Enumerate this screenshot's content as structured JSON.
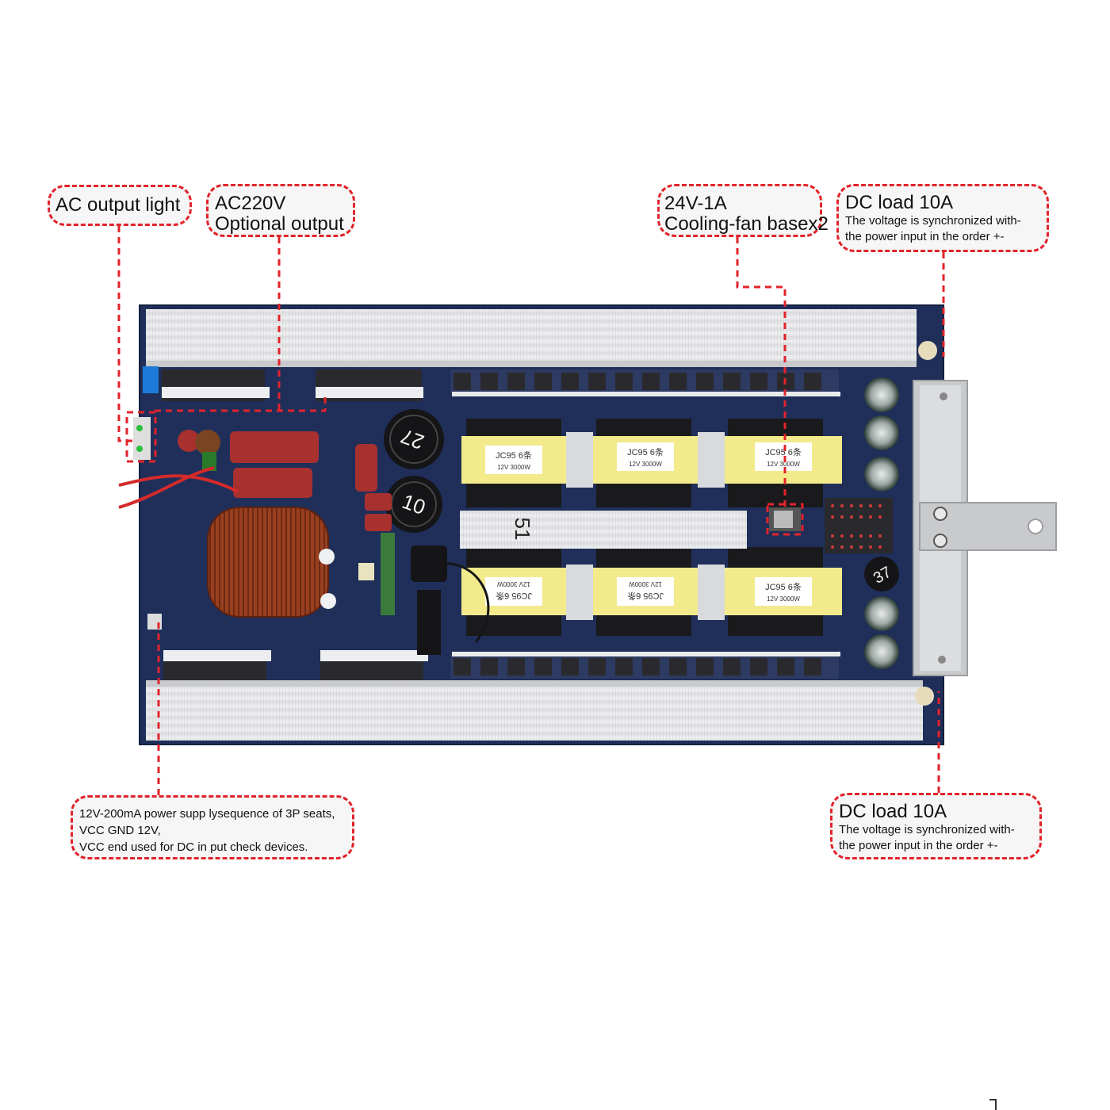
{
  "callouts": {
    "ac_output_light": {
      "title": "AC output light"
    },
    "ac220v": {
      "line1": "AC220V",
      "line2": "Optional output"
    },
    "cooling_fan": {
      "line1": "24V-1A",
      "line2": "Cooling-fan basex2"
    },
    "dc_load_top": {
      "title": "DC load 10A",
      "line1": "The voltage is synchronized with-",
      "line2": "the power input in the order +-"
    },
    "power_supply": {
      "line1": "12V-200mA power supp lysequence of 3P seats,",
      "line2": "VCC GND 12V,",
      "line3": "VCC end used for DC in put check devices."
    },
    "dc_load_bottom": {
      "title": "DC load 10A",
      "line1": "The voltage is synchronized with-",
      "line2": "the power input in the order +-"
    }
  },
  "board": {
    "transformers_top": [
      {
        "line1": "JC95 6条",
        "line2": "12V 3000W"
      },
      {
        "line1": "JC95 6条",
        "line2": "12V 3000W"
      },
      {
        "line1": "JC95 6条",
        "line2": "12V 3000W"
      }
    ],
    "transformers_bottom": [
      {
        "line1": "JC95 6条",
        "line2": "12V 3000W"
      },
      {
        "line1": "JC95 6条",
        "line2": "12V 3000W"
      },
      {
        "line1": "JC95 6条",
        "line2": "12V 3000W"
      }
    ],
    "cap_label_1": "27",
    "cap_label_2": "10",
    "cap_label_3": "37",
    "heatsink_label": "51"
  },
  "colors": {
    "callout_border": "#e2232b",
    "pcb": "#1f2f5a",
    "heatsink": "#e6e7e9",
    "transformer": "#f3ea8c",
    "copper_coil": "#9a3f1f",
    "film_capacitor": "#a8302f"
  }
}
